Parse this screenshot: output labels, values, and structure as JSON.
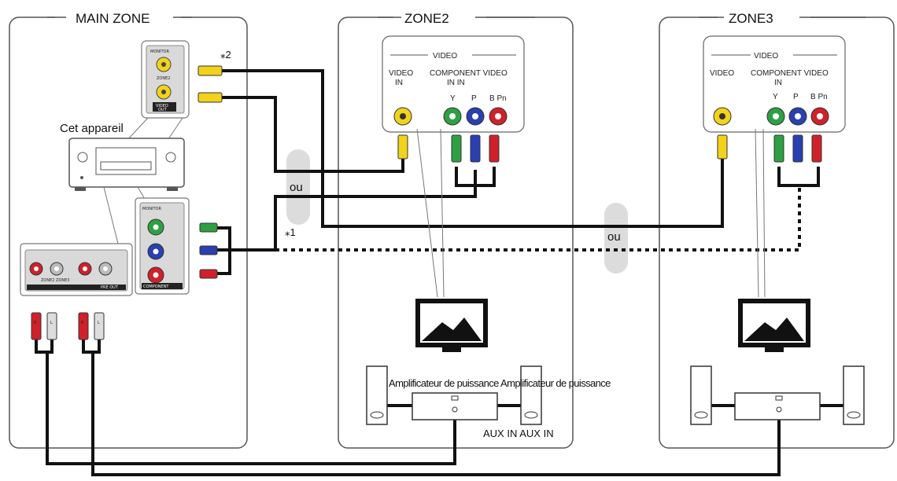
{
  "zones": {
    "main": "MAIN ZONE",
    "zone2": "ZONE2",
    "zone3": "ZONE3"
  },
  "device": {
    "label": "Cet appareil",
    "video_out_title": "VIDEO",
    "video_out_sub": "OUT",
    "video_out_top": "MONITOR",
    "video_out_mid": "ZONE2",
    "monitor_out_title": "MONITOR",
    "component_label": "COMPONENT",
    "pre_out": "PRE OUT",
    "pre_out_sub": "ZONE2  ZONE3"
  },
  "footnotes": {
    "star1": "⁎1",
    "star2": "⁎2"
  },
  "or_label": "ou",
  "zone2_panel": {
    "header": "VIDEO",
    "video_in": "VIDEO\nIN",
    "component": "COMPONENT VIDEO\nIN IN",
    "ypbpr": [
      "Y",
      "P",
      "B Pn"
    ]
  },
  "zone3_panel": {
    "header": "VIDEO",
    "video_in": "VIDEO",
    "component": "COMPONENT VIDEO\nIN",
    "ypbpr": [
      "Y",
      "P",
      "B Pn"
    ]
  },
  "amp_label": "Amplificateur de puissance Amplificateur de puissance",
  "aux_label": "AUX IN AUX IN",
  "rl_labels": [
    "R",
    "L",
    "R",
    "L"
  ],
  "colors": {
    "yellow": "#f2d21b",
    "green": "#2ea043",
    "blue": "#2a3fb0",
    "red": "#d0202a",
    "cable": "#111111",
    "panel_gray": "#d9d9d9",
    "or_bubble": "#dcdcdc"
  }
}
